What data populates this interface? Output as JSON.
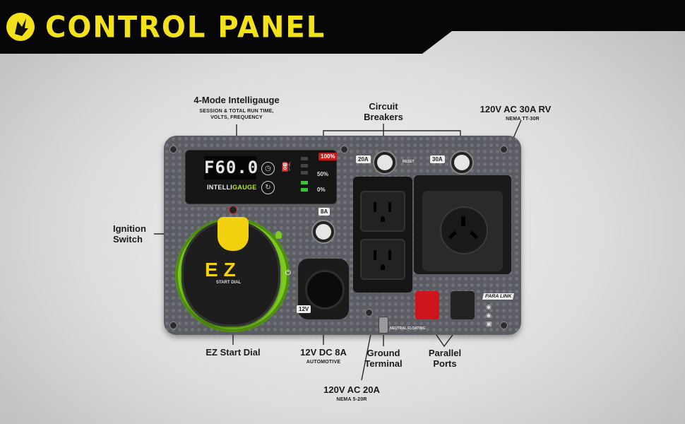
{
  "header": {
    "title": "CONTROL PANEL"
  },
  "callouts": {
    "intelligauge": {
      "title": "4-Mode Intelligauge",
      "sub1": "SESSION & TOTAL RUN TIME,",
      "sub2": "VOLTS, FREQUENCY"
    },
    "breakers": {
      "line1": "Circuit",
      "line2": "Breakers"
    },
    "rv": {
      "title": "120V AC 30A RV",
      "sub": "NEMA TT-30R"
    },
    "ignition": {
      "line1": "Ignition",
      "line2": "Switch"
    },
    "ezdial": {
      "title": "EZ Start Dial"
    },
    "dc": {
      "title": "12V DC 8A",
      "sub": "AUTOMOTIVE"
    },
    "ground": {
      "line1": "Ground",
      "line2": "Terminal"
    },
    "parallel": {
      "line1": "Parallel",
      "line2": "Ports"
    },
    "ac20": {
      "title": "120V AC 20A",
      "sub": "NEMA 5-20R"
    }
  },
  "panel": {
    "lcd_value": "F60.0",
    "intelli_a": "INTELLI",
    "intelli_b": "GAUGE",
    "load_levels": [
      "100%",
      "50%",
      "0%"
    ],
    "breaker_20": "20A",
    "breaker_30": "30A",
    "reset_label": "RESET",
    "dc_rating": "8A",
    "dc_label": "12V",
    "ez_text": "EZ",
    "start_dial": "START DIAL",
    "paralink": "PARA LINK",
    "ground_note": "NEUTRAL FLOATING"
  },
  "colors": {
    "accent_yellow": "#f3e21a",
    "dial_green": "#7ccc1f",
    "parallel_red": "#d0141c",
    "parallel_black": "#222222"
  }
}
